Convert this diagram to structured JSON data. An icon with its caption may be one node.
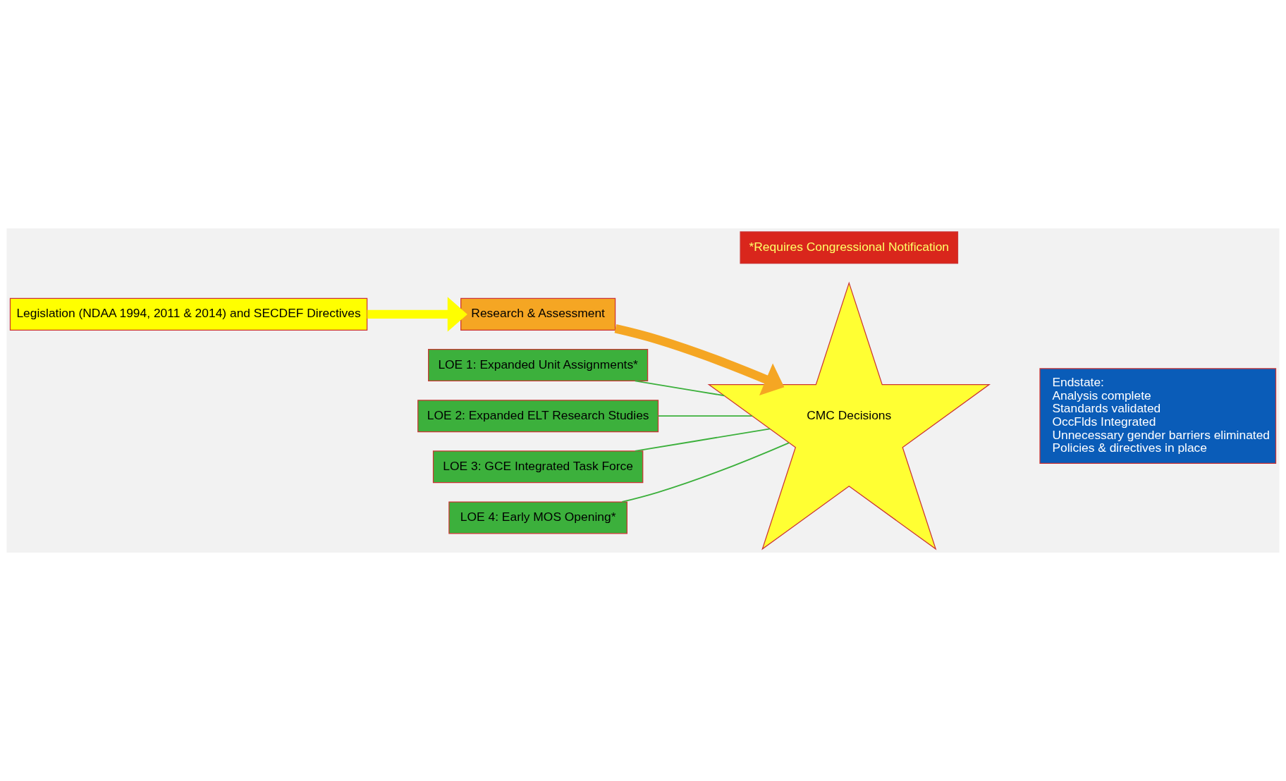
{
  "diagram": {
    "nodes": [
      {
        "text": [
          "Legislation (NDAA 1994, 2011 & 2014) and SECDEF Directives"
        ]
      },
      {
        "text": [
          "LOE 1: Expanded Unit Assignments*"
        ]
      },
      {
        "text": [
          "LOE 2: Expanded ELT Research Studies"
        ]
      },
      {
        "text": [
          "LOE 3: GCE Integrated Task Force"
        ]
      },
      {
        "text": [
          "LOE 4: Early MOS Opening*"
        ]
      },
      {
        "text": [
          "Research & Assessment"
        ]
      },
      {
        "text": [
          "Endstate:",
          "Analysis complete",
          "Standards validated",
          "OccFlds Integrated",
          "Unnecessary gender barriers eliminated",
          "Policies & directives in place"
        ]
      },
      {
        "text": [
          "CMC Decisions"
        ]
      },
      {
        "text": [
          "*Requires Congressional Notification"
        ]
      }
    ],
    "edges": [
      {
        "from": 0,
        "to": 5,
        "arrow": "to",
        "style": "thick",
        "color": "#ffff00"
      },
      {
        "from": 5,
        "to": 7,
        "arrow": "to",
        "style": "thick",
        "color": "#f5a623"
      },
      {
        "from": 1,
        "to": 7,
        "arrow": "none"
      },
      {
        "from": 2,
        "to": 7,
        "arrow": "none"
      },
      {
        "from": 3,
        "to": 7,
        "arrow": "none"
      },
      {
        "from": 4,
        "to": 7,
        "arrow": "none"
      }
    ]
  }
}
